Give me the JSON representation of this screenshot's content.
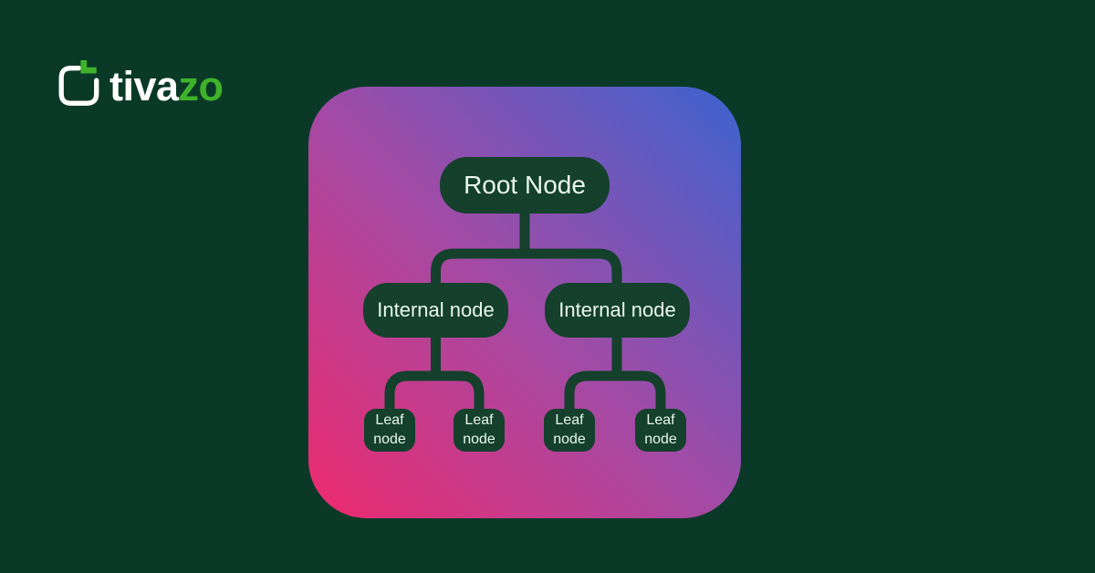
{
  "logo": {
    "text_primary": "tiva",
    "text_secondary": "zo"
  },
  "colors": {
    "page_bg": "#0a3a27",
    "node_green": "#14402c",
    "node_text": "#eaf7ee",
    "logo_green": "#3fb22a",
    "logo_white": "#ffffff",
    "grad_pink": "#ee2a6e",
    "grad_purple": "#a14ba6",
    "grad_blue": "#3c63cf"
  },
  "diagram": {
    "type": "tree",
    "root": {
      "label": "Root Node"
    },
    "internal_nodes": [
      {
        "label": "Internal node"
      },
      {
        "label": "Internal node"
      }
    ],
    "leaf_nodes": [
      {
        "label": "Leaf node"
      },
      {
        "label": "Leaf node"
      },
      {
        "label": "Leaf node"
      },
      {
        "label": "Leaf node"
      }
    ]
  }
}
